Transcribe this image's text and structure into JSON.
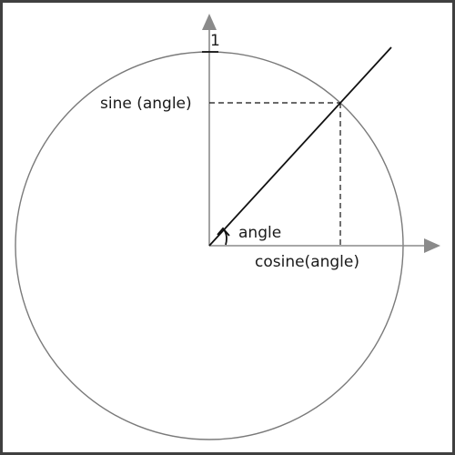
{
  "diagram": {
    "labels": {
      "unit_tick": "1",
      "sine": "sine (angle)",
      "cosine": "cosine(angle)",
      "angle": "angle"
    },
    "colors": {
      "border": "#404040",
      "circle": "#7a7a7a",
      "axis": "#8a8a8a",
      "line": "#111111",
      "text": "#1a1a1a"
    }
  }
}
